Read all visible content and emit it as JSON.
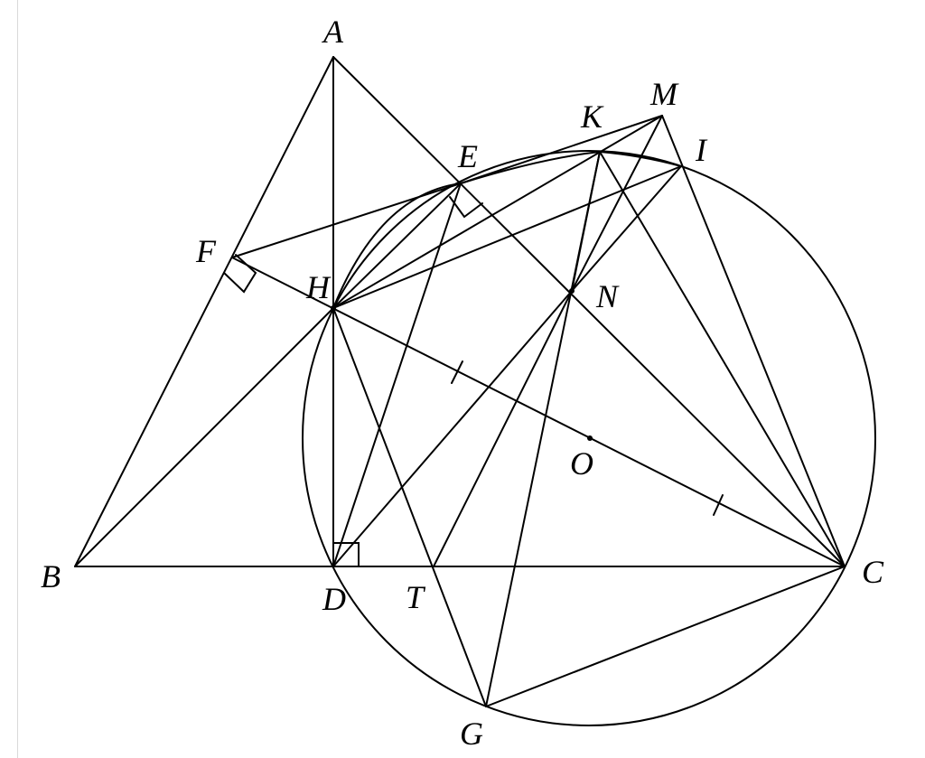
{
  "figure": {
    "stroke_color": "#000000",
    "background": "#ffffff",
    "circle": {
      "center": "O"
    },
    "points": [
      {
        "id": "A",
        "label": "A"
      },
      {
        "id": "B",
        "label": "B"
      },
      {
        "id": "C",
        "label": "C"
      },
      {
        "id": "D",
        "label": "D"
      },
      {
        "id": "E",
        "label": "E"
      },
      {
        "id": "F",
        "label": "F"
      },
      {
        "id": "G",
        "label": "G"
      },
      {
        "id": "H",
        "label": "H"
      },
      {
        "id": "I",
        "label": "I"
      },
      {
        "id": "K",
        "label": "K"
      },
      {
        "id": "M",
        "label": "M"
      },
      {
        "id": "N",
        "label": "N"
      },
      {
        "id": "O",
        "label": "O"
      },
      {
        "id": "T",
        "label": "T"
      }
    ],
    "segments": [
      [
        "A",
        "B"
      ],
      [
        "A",
        "C"
      ],
      [
        "B",
        "C"
      ],
      [
        "A",
        "D"
      ],
      [
        "F",
        "C"
      ],
      [
        "B",
        "H"
      ],
      [
        "F",
        "E"
      ],
      [
        "E",
        "M"
      ],
      [
        "H",
        "M"
      ],
      [
        "H",
        "I"
      ],
      [
        "H",
        "G"
      ],
      [
        "D",
        "E"
      ],
      [
        "D",
        "N"
      ],
      [
        "T",
        "N"
      ],
      [
        "N",
        "I"
      ],
      [
        "K",
        "N"
      ],
      [
        "K",
        "G"
      ],
      [
        "K",
        "C"
      ],
      [
        "M",
        "C"
      ],
      [
        "M",
        "N"
      ],
      [
        "G",
        "C"
      ],
      [
        "E",
        "H"
      ]
    ],
    "right_angles": [
      "F",
      "E",
      "D"
    ],
    "tick_marks": [
      "H-O",
      "O-C"
    ]
  }
}
